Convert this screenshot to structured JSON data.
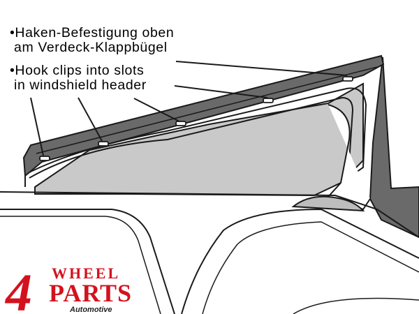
{
  "captions": {
    "german_line1": "•Haken-Befestigung oben",
    "german_line2": " am Verdeck-Klappbügel",
    "english_line1": "•Hook clips into slots",
    "english_line2": " in windshield header"
  },
  "logo": {
    "numeral": "4",
    "word1": "WHEEL",
    "word2": "PARTS",
    "tagline": "Automotive"
  },
  "colors": {
    "outline": "#1a1a1a",
    "top_fabric": "#6a6a6a",
    "window_fill": "#c9c9c9",
    "logo_red": "#d4121e"
  }
}
